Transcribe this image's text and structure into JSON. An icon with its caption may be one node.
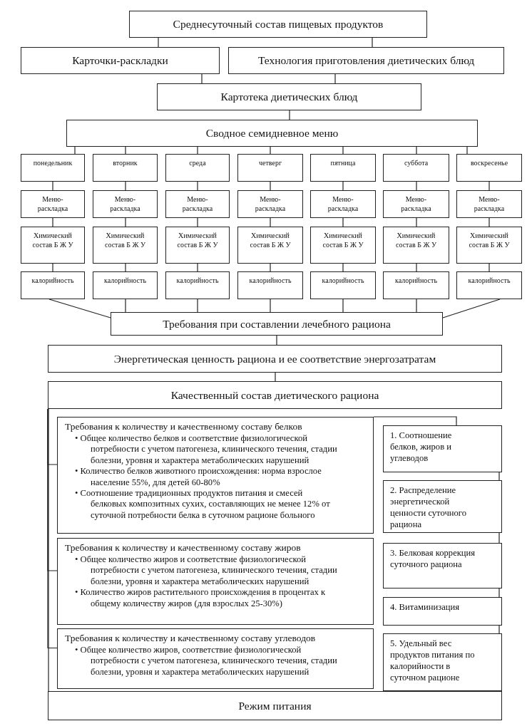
{
  "diagram": {
    "nodes": [
      {
        "text": [
          "Среднесуточный состав пищевых продуктов"
        ]
      },
      {
        "text": [
          "Карточки-раскладки"
        ]
      },
      {
        "text": [
          "Технология приготовления диетических блюд"
        ]
      },
      {
        "text": [
          "Картотека диетических блюд"
        ]
      },
      {
        "text": [
          "Сводное семидневное меню"
        ]
      },
      {
        "text": [
          "понедельник"
        ]
      },
      {
        "text": [
          "вторник"
        ]
      },
      {
        "text": [
          "среда"
        ]
      },
      {
        "text": [
          "четверг"
        ]
      },
      {
        "text": [
          "пятница"
        ]
      },
      {
        "text": [
          "суббота"
        ]
      },
      {
        "text": [
          "воскресенье"
        ]
      },
      {
        "text": [
          "Меню-раскладка"
        ]
      },
      {
        "text": [
          "Меню-раскладка"
        ]
      },
      {
        "text": [
          "Меню-раскладка"
        ]
      },
      {
        "text": [
          "Меню-раскладка"
        ]
      },
      {
        "text": [
          "Меню-раскладка"
        ]
      },
      {
        "text": [
          "Меню-раскладка"
        ]
      },
      {
        "text": [
          "Меню-раскладка"
        ]
      },
      {
        "text": [
          "Химический состав Б Ж У"
        ]
      },
      {
        "text": [
          "Химический состав Б Ж У"
        ]
      },
      {
        "text": [
          "Химический состав Б Ж У"
        ]
      },
      {
        "text": [
          "Химический состав Б Ж У"
        ]
      },
      {
        "text": [
          "Химический состав Б Ж У"
        ]
      },
      {
        "text": [
          "Химический состав Б Ж У"
        ]
      },
      {
        "text": [
          "Химический состав Б Ж У"
        ]
      },
      {
        "text": [
          "калорийность"
        ]
      },
      {
        "text": [
          "калорийность"
        ]
      },
      {
        "text": [
          "калорийность"
        ]
      },
      {
        "text": [
          "калорийность"
        ]
      },
      {
        "text": [
          "калорийность"
        ]
      },
      {
        "text": [
          "калорийность"
        ]
      },
      {
        "text": [
          "калорийность"
        ]
      },
      {
        "text": [
          "Требования при составлении лечебного рациона"
        ]
      },
      {
        "text": [
          "Энергетическая ценность рациона и ее соответствие энергозатратам"
        ]
      },
      {
        "text": [
          "Качественный состав диетического рациона"
        ]
      },
      {
        "text": [
          "Требования к количеству и качественному составу белков",
          "• Общее количество белков и соответствие физиологической потребности с учетом патогенеза, клинического течения, стадии болезни, уровня и характера метаболических нарушений",
          "• Количество белков животного происхождения: норма взрослое население 55%, для детей 60-80%",
          "• Соотношение традиционных продуктов питания и  смесей белковых композитных сухих, составляющих не менее 12% от суточной потребности белка в суточном рационе больного"
        ]
      },
      {
        "text": [
          "Требования к количеству и качественному составу жиров",
          "• Общее количество жиров и соответствие физиологической потребности с учетом патогенеза, клинического течения, стадии болезни, уровня и характера метаболических нарушений",
          "• Количество жиров растительного происхождения в процентах  к общему количеству жиров (для взрослых 25-30%)"
        ]
      },
      {
        "text": [
          "Требования к количеству и качественному составу углеводов",
          "• Общее количество жиров, соответствие физиологической потребности с учетом патогенеза, клинического течения, стадии болезни, уровня и характера метаболических нарушений"
        ]
      },
      {
        "text": [
          "1. Соотношение белков, жиров и углеводов"
        ]
      },
      {
        "text": [
          "2. Распределение энергетической ценности суточного рациона"
        ]
      },
      {
        "text": [
          "3. Белковая коррекция суточного рациона"
        ]
      },
      {
        "text": [
          "4. Витаминизация"
        ]
      },
      {
        "text": [
          "5. Удельный вес продуктов питания по калорийности в суточном рационе"
        ]
      },
      {
        "text": [
          "Режим питания"
        ]
      }
    ],
    "edges": [
      {
        "from": 0,
        "to": 1,
        "arrow": "none"
      },
      {
        "from": 0,
        "to": 2,
        "arrow": "none"
      },
      {
        "from": 1,
        "to": 3,
        "arrow": "none"
      },
      {
        "from": 2,
        "to": 3,
        "arrow": "none"
      },
      {
        "from": 3,
        "to": 4,
        "arrow": "none"
      },
      {
        "from": 4,
        "to": 5,
        "arrow": "none"
      },
      {
        "from": 4,
        "to": 6,
        "arrow": "none"
      },
      {
        "from": 4,
        "to": 7,
        "arrow": "none"
      },
      {
        "from": 4,
        "to": 8,
        "arrow": "none"
      },
      {
        "from": 4,
        "to": 9,
        "arrow": "none"
      },
      {
        "from": 4,
        "to": 10,
        "arrow": "none"
      },
      {
        "from": 4,
        "to": 11,
        "arrow": "none"
      },
      {
        "from": 5,
        "to": 12,
        "arrow": "none"
      },
      {
        "from": 6,
        "to": 13,
        "arrow": "none"
      },
      {
        "from": 7,
        "to": 14,
        "arrow": "none"
      },
      {
        "from": 8,
        "to": 15,
        "arrow": "none"
      },
      {
        "from": 9,
        "to": 16,
        "arrow": "none"
      },
      {
        "from": 10,
        "to": 17,
        "arrow": "none"
      },
      {
        "from": 11,
        "to": 18,
        "arrow": "none"
      },
      {
        "from": 12,
        "to": 19,
        "arrow": "none"
      },
      {
        "from": 13,
        "to": 20,
        "arrow": "none"
      },
      {
        "from": 14,
        "to": 21,
        "arrow": "none"
      },
      {
        "from": 15,
        "to": 22,
        "arrow": "none"
      },
      {
        "from": 16,
        "to": 23,
        "arrow": "none"
      },
      {
        "from": 17,
        "to": 24,
        "arrow": "none"
      },
      {
        "from": 18,
        "to": 25,
        "arrow": "none"
      },
      {
        "from": 19,
        "to": 26,
        "arrow": "none"
      },
      {
        "from": 20,
        "to": 27,
        "arrow": "none"
      },
      {
        "from": 21,
        "to": 28,
        "arrow": "none"
      },
      {
        "from": 22,
        "to": 29,
        "arrow": "none"
      },
      {
        "from": 23,
        "to": 30,
        "arrow": "none"
      },
      {
        "from": 24,
        "to": 31,
        "arrow": "none"
      },
      {
        "from": 25,
        "to": 32,
        "arrow": "none"
      },
      {
        "from": 26,
        "to": 33,
        "arrow": "none"
      },
      {
        "from": 27,
        "to": 33,
        "arrow": "none"
      },
      {
        "from": 28,
        "to": 33,
        "arrow": "none"
      },
      {
        "from": 29,
        "to": 33,
        "arrow": "none"
      },
      {
        "from": 30,
        "to": 33,
        "arrow": "none"
      },
      {
        "from": 31,
        "to": 33,
        "arrow": "none"
      },
      {
        "from": 32,
        "to": 33,
        "arrow": "none"
      },
      {
        "from": 33,
        "to": 34,
        "arrow": "none"
      },
      {
        "from": 34,
        "to": 35,
        "arrow": "none"
      },
      {
        "from": 35,
        "to": 36,
        "arrow": "none"
      },
      {
        "from": 35,
        "to": 37,
        "arrow": "none"
      },
      {
        "from": 35,
        "to": 38,
        "arrow": "none"
      },
      {
        "from": 35,
        "to": 44,
        "arrow": "none"
      },
      {
        "from": 36,
        "to": 39,
        "arrow": "none"
      },
      {
        "from": 39,
        "to": 40,
        "arrow": "none"
      },
      {
        "from": 40,
        "to": 41,
        "arrow": "none"
      },
      {
        "from": 41,
        "to": 42,
        "arrow": "none"
      },
      {
        "from": 42,
        "to": 43,
        "arrow": "none"
      }
    ]
  }
}
